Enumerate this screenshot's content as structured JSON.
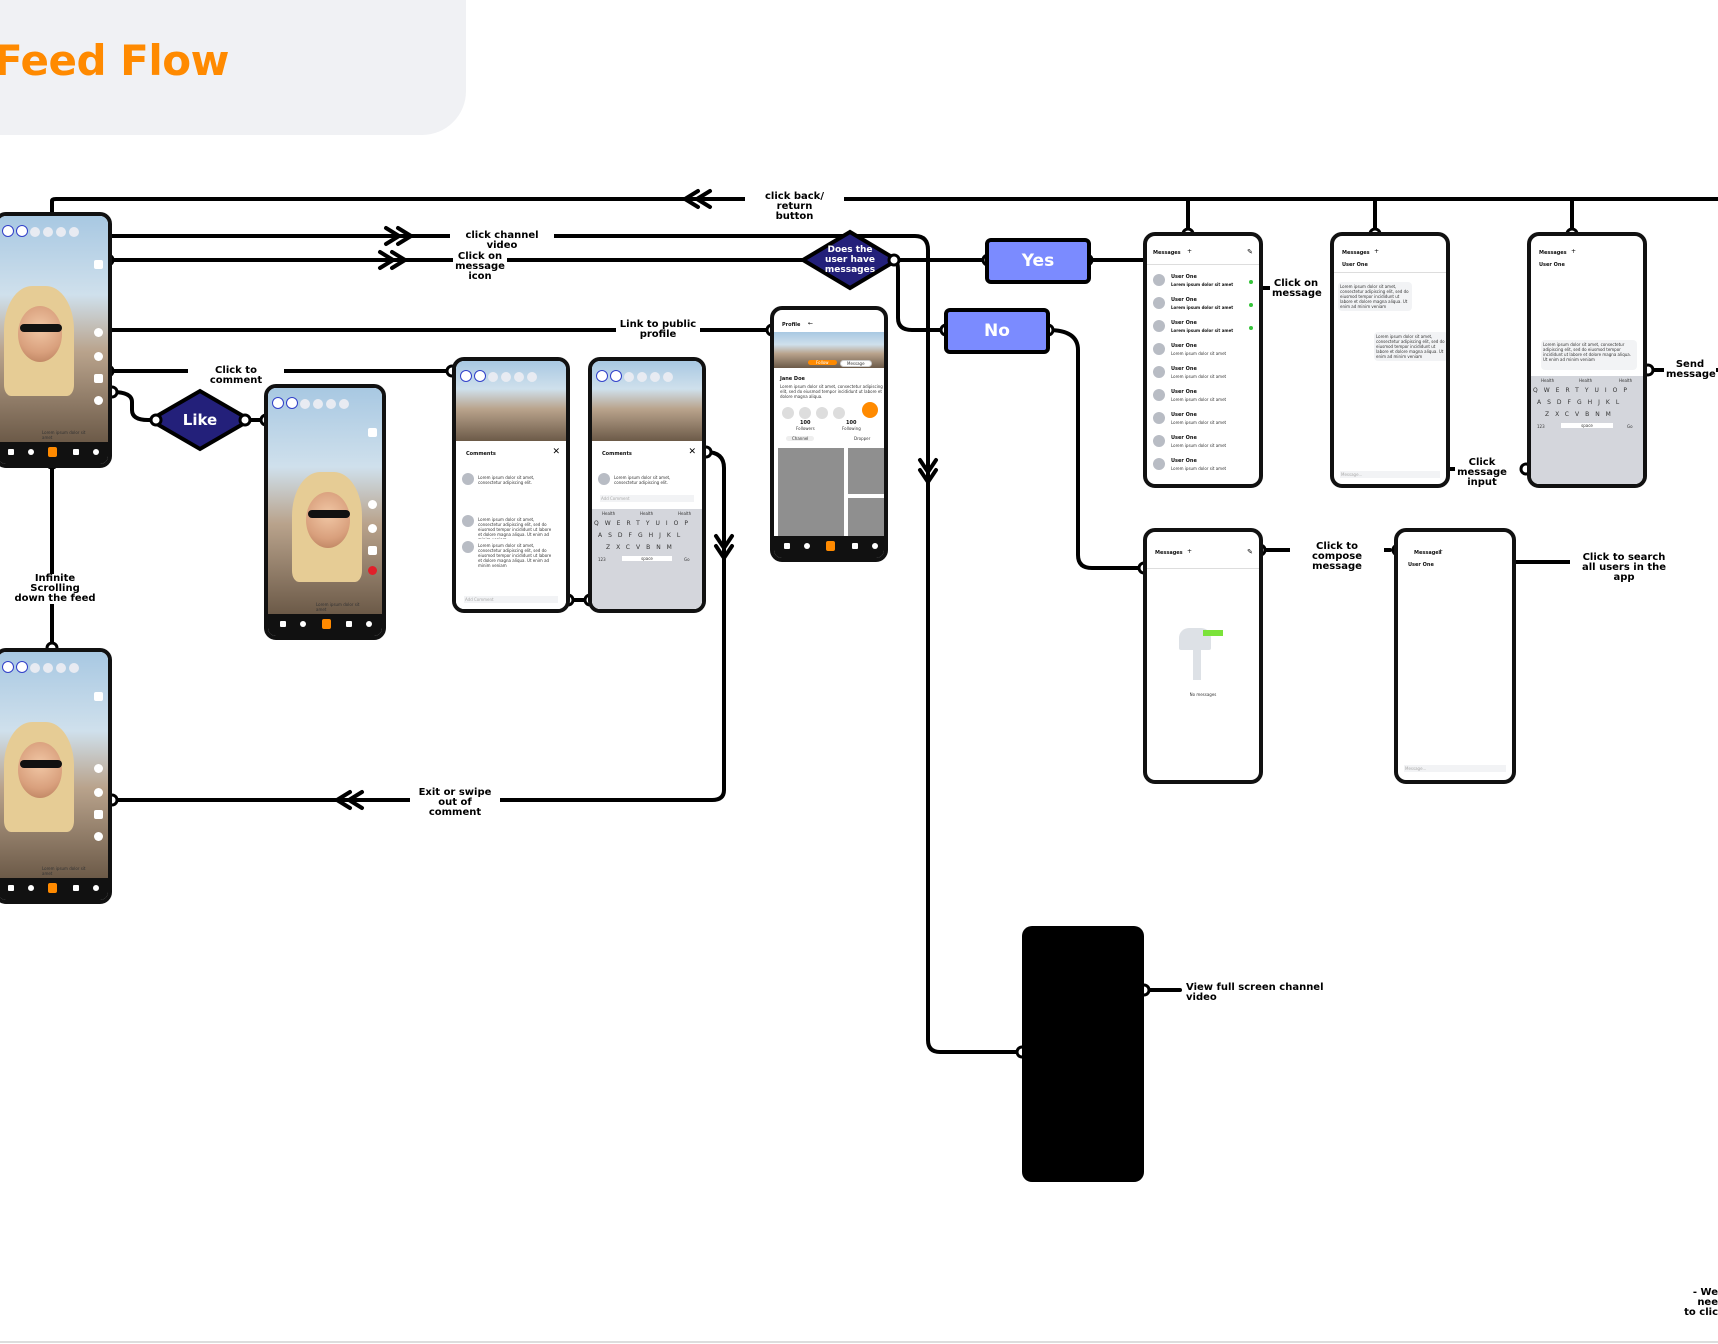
{
  "page_title": "Feed Flow",
  "colors": {
    "accent_orange": "#ff8a00",
    "decision_navy": "#23207a",
    "yes_no_fill": "#7b8bff",
    "line": "#000000"
  },
  "labels": {
    "click_back": "click back/ return\nbutton",
    "click_channel_video": "click channel video",
    "click_message_icon": "Click on\nmessage\nicon",
    "link_public_profile": "Link to public\nprofile",
    "click_to_comment": "Click to comment",
    "infinite_scrolling": "Infinite Scrolling\ndown the feed",
    "exit_swipe": "Exit or swipe\nout of comment",
    "click_on_message": "Click on\nmessage",
    "click_message_input": "Click\nmessage\ninput",
    "send_message": "Send\nmessage",
    "click_compose": "Click to compose\nmessage",
    "click_search": "Click to search\nall users in the app",
    "view_full_screen": "View full screen channel video",
    "footnote": "- We nee\nto clic"
  },
  "decisions": {
    "like": "Like",
    "has_messages": "Does the\nuser have\nmessages",
    "yes": "Yes",
    "no": "No"
  },
  "screens": {
    "comments": {
      "title": "Comments",
      "comment_text": "Lorem ipsum dolor sit amet, consectetur adipiscing elit, sed do eiusmod tempor incididunt ut labore et dolore magna aliqua. Ut enim ad minim veniam",
      "comment_short": "Lorem ipsum dolor sit amet, consectetur adipiscing elit.",
      "add_comment": "Add Comment",
      "suggestions": [
        "Health",
        "Health",
        "Health"
      ],
      "keyboard_rows": [
        "QWERTYUIOP",
        "ASDFGHJKL",
        "ZXCVBNM"
      ],
      "space": "space",
      "num_key": "123",
      "go_key": "Go"
    },
    "profile": {
      "title": "Profile",
      "follow": "Follow",
      "message": "Message",
      "name": "Jane Doe",
      "bio": "Lorem ipsum dolor sit amet, consectetur adipiscing elit, sed do eiusmod tempor incididunt ut labore et dolore magna aliqua.",
      "followers_count": "100",
      "followers_label": "Followers",
      "following_count": "100",
      "following_label": "Following",
      "channel": "Channel",
      "dropper": "Dropper"
    },
    "messages": {
      "title": "Messages",
      "user": "User One",
      "preview_bold": "Lorem ipsum dolor sit amet",
      "preview": "Lorem ipsum dolor sit amet",
      "bubble_in": "Lorem ipsum dolor sit amet, consectetur adipiscing elit, sed do eiusmod tempor incididunt ut labore et dolore magna aliqua. Ut enim ad minim veniam",
      "bubble_out": "Lorem ipsum dolor sit amet, consectetur adipiscing elit, sed do eiusmod tempor incididunt ut labore et dolore magna aliqua. Ut enim ad minim veniam",
      "input_placeholder": "Message...",
      "empty": "No messages"
    },
    "feed": {
      "caption": "Lorem ipsum dolor sit amet"
    }
  }
}
